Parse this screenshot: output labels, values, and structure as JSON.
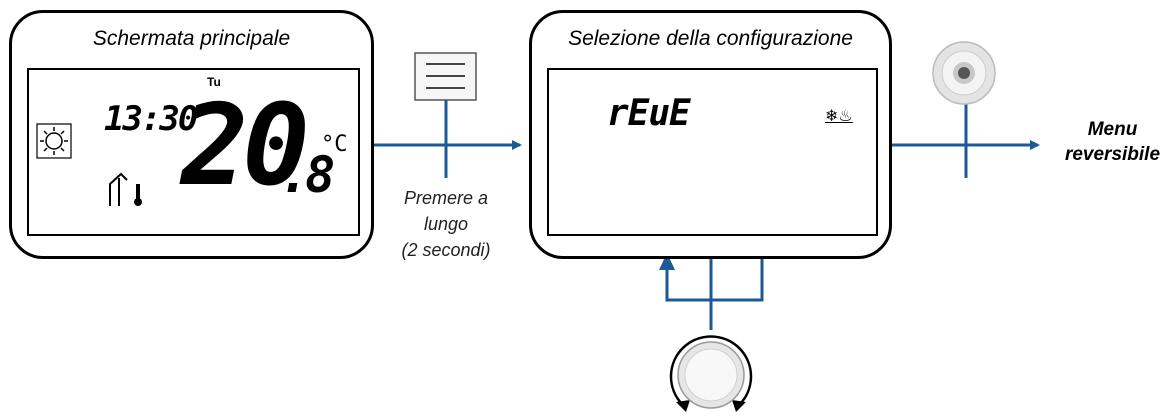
{
  "panel_main": {
    "title": "Schermata principale",
    "time": "13:30",
    "day": "Tu",
    "temp_int": "20",
    "temp_dec": ".8",
    "unit": "°C"
  },
  "press_caption": {
    "line1": "Premere a",
    "line2": "lungo",
    "line3": "(2 secondi)"
  },
  "panel_config": {
    "title": "Selezione della configurazione",
    "mode_code": "rEuE",
    "mode_icons": "❄♨"
  },
  "output_label": {
    "line1": "Menu",
    "line2": "reversibile"
  },
  "colors": {
    "arrow": "#1a5a96",
    "outline": "#000000"
  },
  "icons": [
    "sun-icon",
    "house-thermometer-icon",
    "menu-button-icon",
    "ok-button-icon",
    "rotary-dial-icon"
  ]
}
